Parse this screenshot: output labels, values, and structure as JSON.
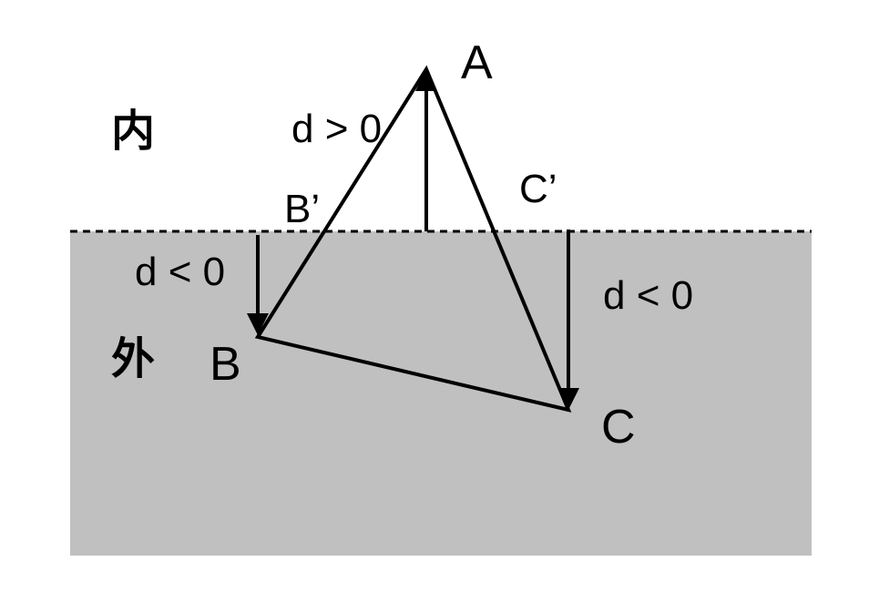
{
  "colors": {
    "outside_region": "#c0c0c0",
    "stroke": "#000000",
    "background": "#ffffff"
  },
  "regions": {
    "inside_label": "内",
    "outside_label": "外"
  },
  "vertices": {
    "a": "A",
    "b": "B",
    "c": "C",
    "b_prime": "B’",
    "c_prime": "C’"
  },
  "distances": {
    "a": "d > 0",
    "b": "d < 0",
    "c": "d < 0"
  }
}
